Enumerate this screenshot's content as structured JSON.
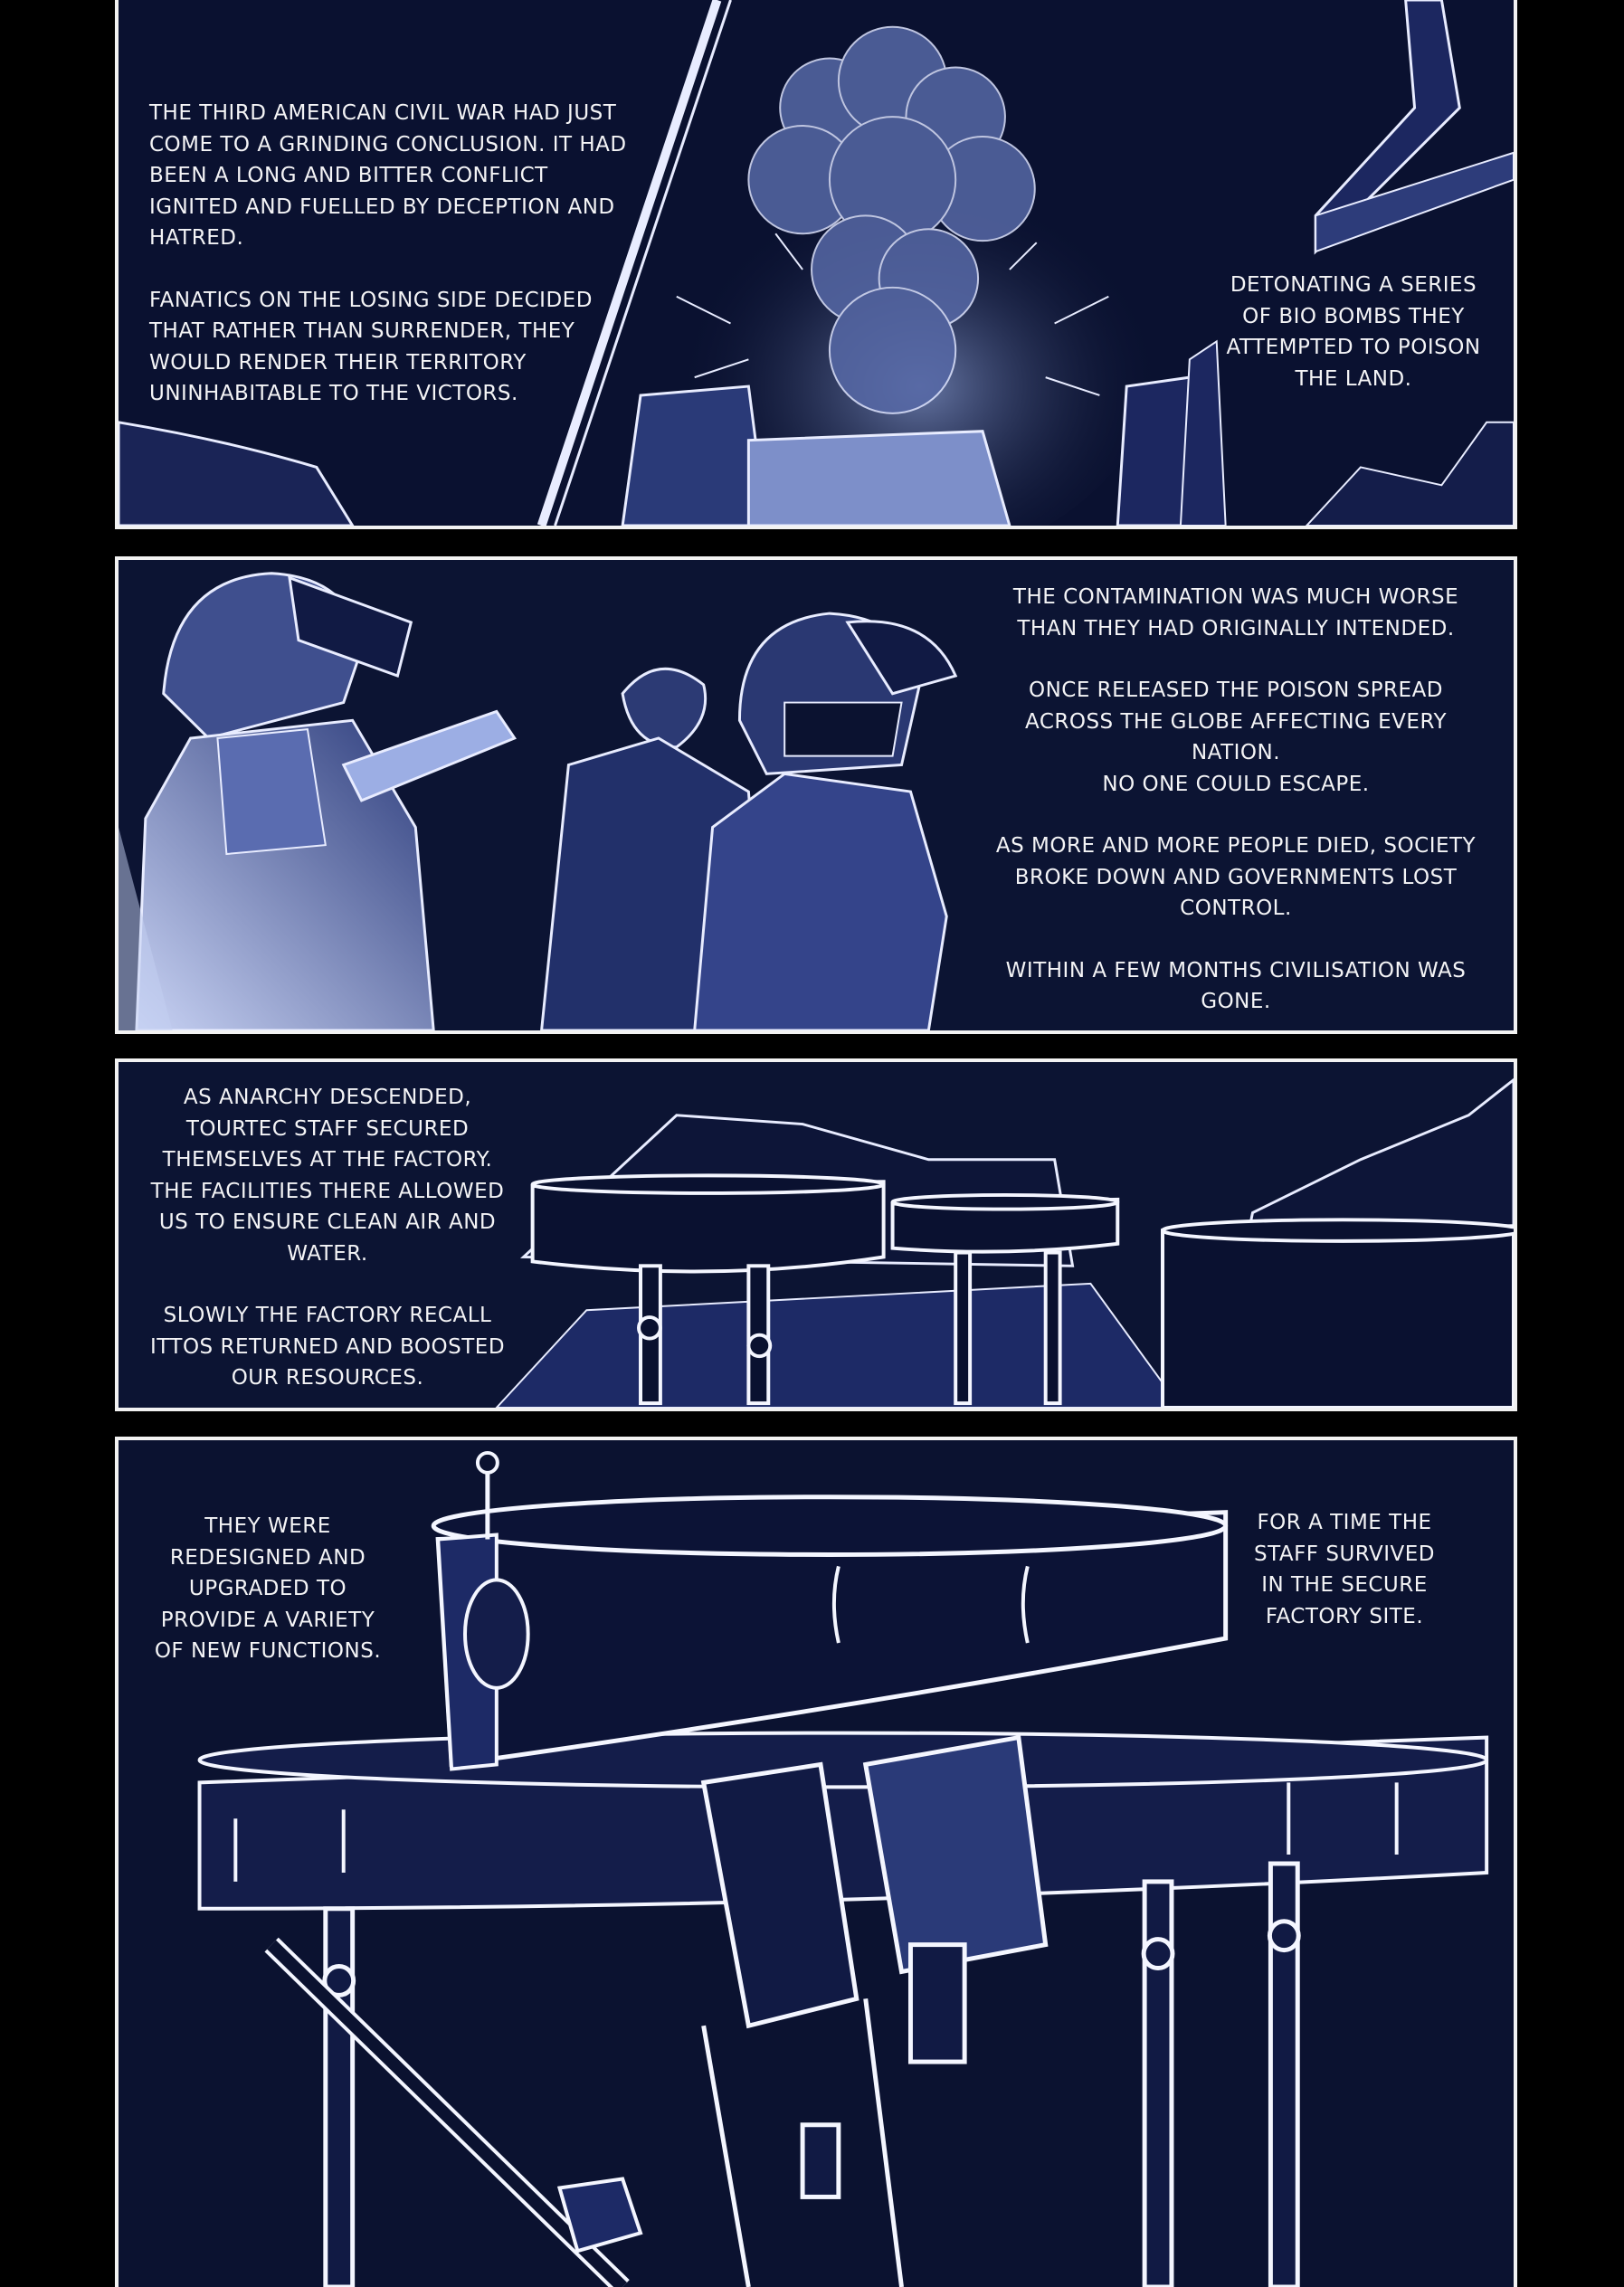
{
  "panels": [
    {
      "captions": {
        "left": [
          "The third American civil war had just come to a grinding conclusion. It had been a long and bitter conflict ignited and fuelled by deception and hatred.",
          "Fanatics on the losing side decided that rather than surrender, they would render their territory uninhabitable to the victors."
        ],
        "right": [
          "Detonating a series of bio bombs they attempted to poison the land."
        ]
      }
    },
    {
      "captions": {
        "right": [
          "The contamination was much worse than they had originally intended.",
          "Once released the poison spread across the globe affecting every nation.\nNo one could escape.",
          "As more and more people died, society broke down and governments lost control.",
          "Within a few months civilisation was gone."
        ]
      }
    },
    {
      "captions": {
        "left": [
          "As anarchy descended, Tourtec staff secured themselves at the factory. The facilities there allowed us to ensure clean air and water.",
          "Slowly the factory recall ITTOs returned and boosted our resources."
        ]
      }
    },
    {
      "captions": {
        "left": [
          "They were redesigned and upgraded to provide a variety of new functions."
        ],
        "right": [
          "For a time the staff survived in the secure factory site."
        ]
      }
    }
  ],
  "colors": {
    "page_background": "#000000",
    "panel_border": "#f2f2f2",
    "panel_fill": "#0b1230",
    "line_art": "#e8ecff",
    "caption_text": "#f4f4f6"
  }
}
